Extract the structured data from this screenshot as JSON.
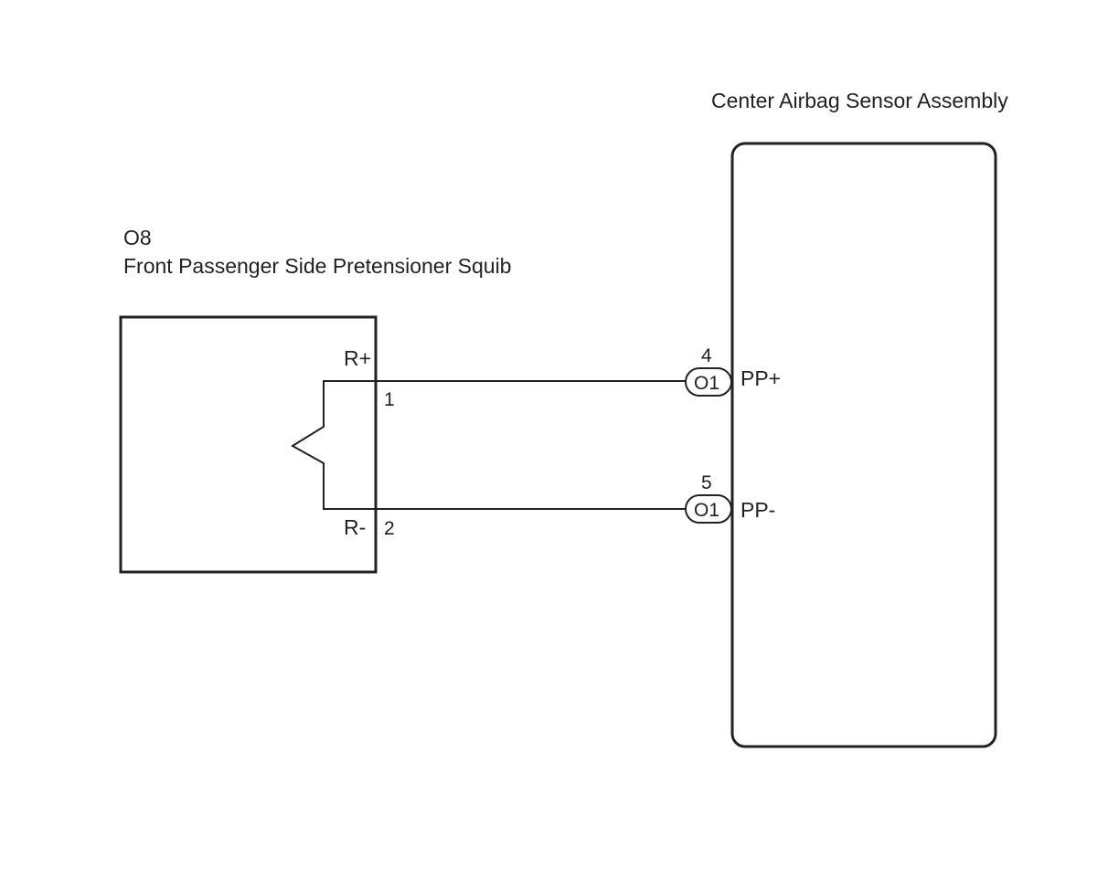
{
  "ecu": {
    "title": "Center Airbag Sensor Assembly",
    "pins": [
      {
        "number": "4",
        "connector": "O1",
        "signal": "PP+"
      },
      {
        "number": "5",
        "connector": "O1",
        "signal": "PP-"
      }
    ]
  },
  "squib": {
    "code": "O8",
    "title": "Front Passenger Side Pretensioner Squib",
    "terminals": [
      {
        "name": "R+",
        "number": "1"
      },
      {
        "name": "R-",
        "number": "2"
      }
    ]
  }
}
